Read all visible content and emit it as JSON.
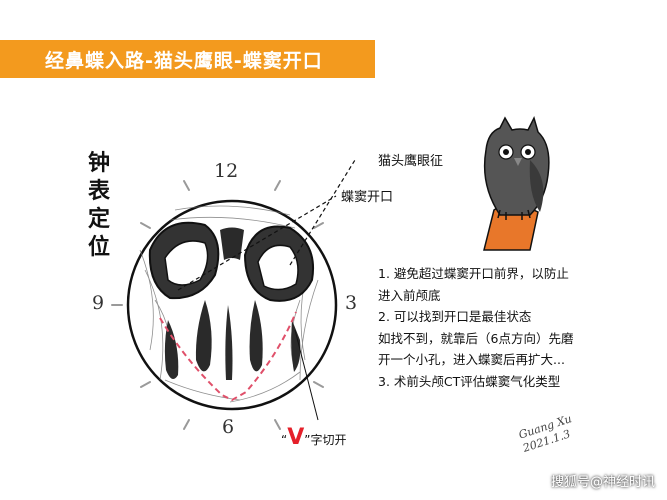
{
  "banner": {
    "title": "经鼻蝶入路-猫头鹰眼-蝶窦开口"
  },
  "side_label": {
    "chars": [
      "钟",
      "表",
      "定",
      "位"
    ]
  },
  "clock": {
    "n12": "12",
    "n3": "3",
    "n6": "6",
    "n9": "9"
  },
  "labels": {
    "owl_sign": "猫头鹰眼征",
    "sphenoid_opening": "蝶窦开口",
    "v_mark": "V",
    "v_prefix": "“",
    "v_suffix": "”字切开"
  },
  "notes": [
    "1. 避免超过蝶窦开口前界，以防止",
    "进入前颅底",
    "2. 可以找到开口是最佳状态",
    "如找不到，就靠后（6点方向）先磨",
    "开一个小孔，进入蝶窦后再扩大...",
    "3. 术前头颅CT评估蝶窦气化类型"
  ],
  "signature": {
    "line1": "Guang Xu",
    "line2": "2021.1.3"
  },
  "watermark": "搜狐号@神经时讯",
  "colors": {
    "banner": "#f39a1e",
    "v_mark": "#e5202a",
    "cut_line": "#e0506a",
    "owl_perch": "#e8772a"
  }
}
